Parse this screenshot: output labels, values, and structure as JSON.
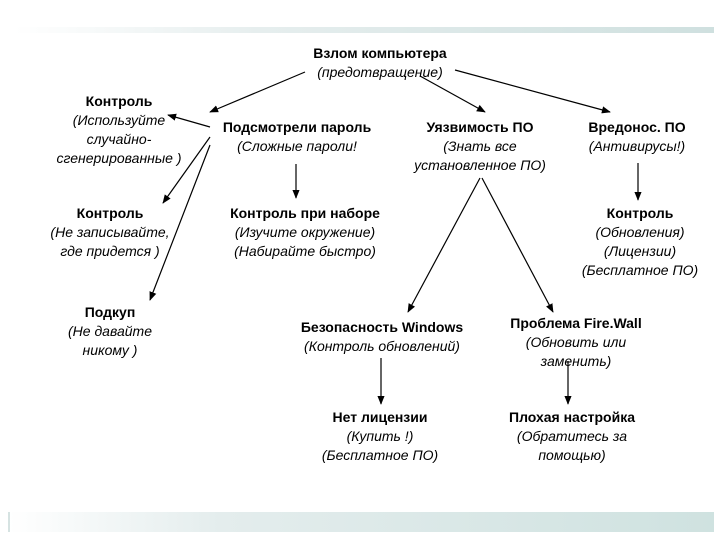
{
  "diagram": {
    "root": {
      "title": "Взлом компьютера",
      "lines": [
        "(предотвращение)"
      ]
    },
    "control_random": {
      "title": "Контроль",
      "lines": [
        "(Используйте",
        "случайно-",
        "сгенерированные )"
      ]
    },
    "control_no_write": {
      "title": "Контроль",
      "lines": [
        "(Не записывайте,",
        "где придется )"
      ]
    },
    "bribery": {
      "title": "Подкуп",
      "lines": [
        "(Не давайте",
        "никому )"
      ]
    },
    "peek_password": {
      "title": "Подсмотрели пароль",
      "lines": [
        "(Сложные пароли!"
      ]
    },
    "typing_control": {
      "title": "Контроль при наборе",
      "lines": [
        "(Изучите окружение)",
        "(Набирайте быстро)"
      ]
    },
    "vulnerability": {
      "title": "Уязвимость ПО",
      "lines": [
        "(Знать все",
        "установленное ПО)"
      ]
    },
    "malware": {
      "title": "Вредонос. ПО",
      "lines": [
        "(Антивирусы!)"
      ]
    },
    "malware_control": {
      "title": "Контроль",
      "lines": [
        "(Обновления)",
        "(Лицензии)",
        "(Бесплатное ПО)"
      ]
    },
    "windows_security": {
      "title": "Безопасность Windows",
      "lines": [
        "(Контроль обновлений)"
      ]
    },
    "no_license": {
      "title": "Нет лицензии",
      "lines": [
        "(Купить !)",
        "(Бесплатное ПО)"
      ]
    },
    "firewall_problem": {
      "title": "Проблема Fire.Wall",
      "lines": [
        "(Обновить или",
        "заменить)"
      ]
    },
    "bad_setup": {
      "title": "Плохая настройка",
      "lines": [
        "(Обратитесь за",
        "помощью)"
      ]
    }
  }
}
